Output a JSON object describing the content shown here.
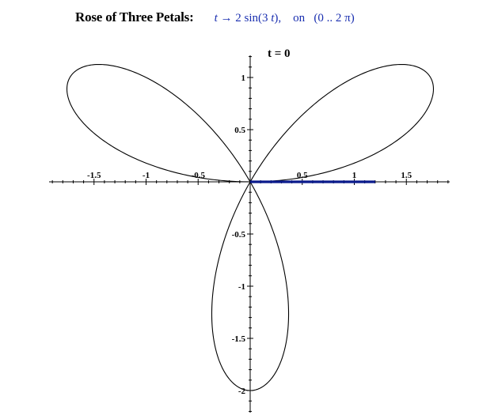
{
  "title": {
    "main": "Rose of Three Petals:",
    "formula_var": "t",
    "formula_arrow": "→",
    "formula_expr": "2 sin(3",
    "formula_close": ")",
    "formula_on": "on",
    "formula_range_open": "(0 .. 2",
    "formula_pi": "π",
    "formula_range_close": ")"
  },
  "frame_label": "t = 0",
  "colors": {
    "curve": "#000000",
    "highlight": "#0a1a8c",
    "formula": "#1a2fb0",
    "axes": "#000000"
  },
  "chart_data": {
    "type": "line",
    "subtype": "polar",
    "function": "r = 2 sin(3 t)",
    "t_range": [
      0,
      6.2832
    ],
    "xlim": [
      -1.9,
      1.9
    ],
    "ylim": [
      -2.2,
      1.25
    ],
    "x_ticks": [
      {
        "value": -1.5,
        "label": "-1.5"
      },
      {
        "value": -1,
        "label": "-1"
      },
      {
        "value": -0.5,
        "label": "-0.5"
      },
      {
        "value": 0.5,
        "label": "0.5"
      },
      {
        "value": 1,
        "label": "1"
      },
      {
        "value": 1.5,
        "label": "1.5"
      }
    ],
    "y_ticks": [
      {
        "value": 1,
        "label": "1"
      },
      {
        "value": 0.5,
        "label": "0.5"
      },
      {
        "value": -0.5,
        "label": "-0.5"
      },
      {
        "value": -1,
        "label": "-1"
      },
      {
        "value": -1.5,
        "label": "-1.5"
      },
      {
        "value": -2,
        "label": "-2"
      }
    ],
    "current_t": 0,
    "highlight_segment": {
      "from": [
        0,
        0
      ],
      "to": [
        1.2,
        0
      ]
    }
  }
}
